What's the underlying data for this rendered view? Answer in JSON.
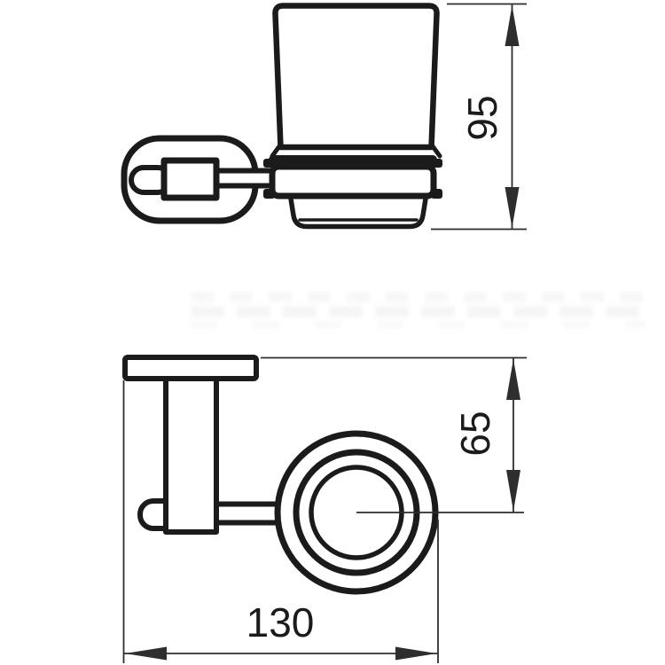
{
  "colors": {
    "background": "#ffffff",
    "line": "#1b1b1b",
    "dim_line": "#2e2e2e"
  },
  "dimensions": {
    "height": {
      "value": "95"
    },
    "center_offset": {
      "value": "65"
    },
    "depth": {
      "value": "130"
    }
  }
}
